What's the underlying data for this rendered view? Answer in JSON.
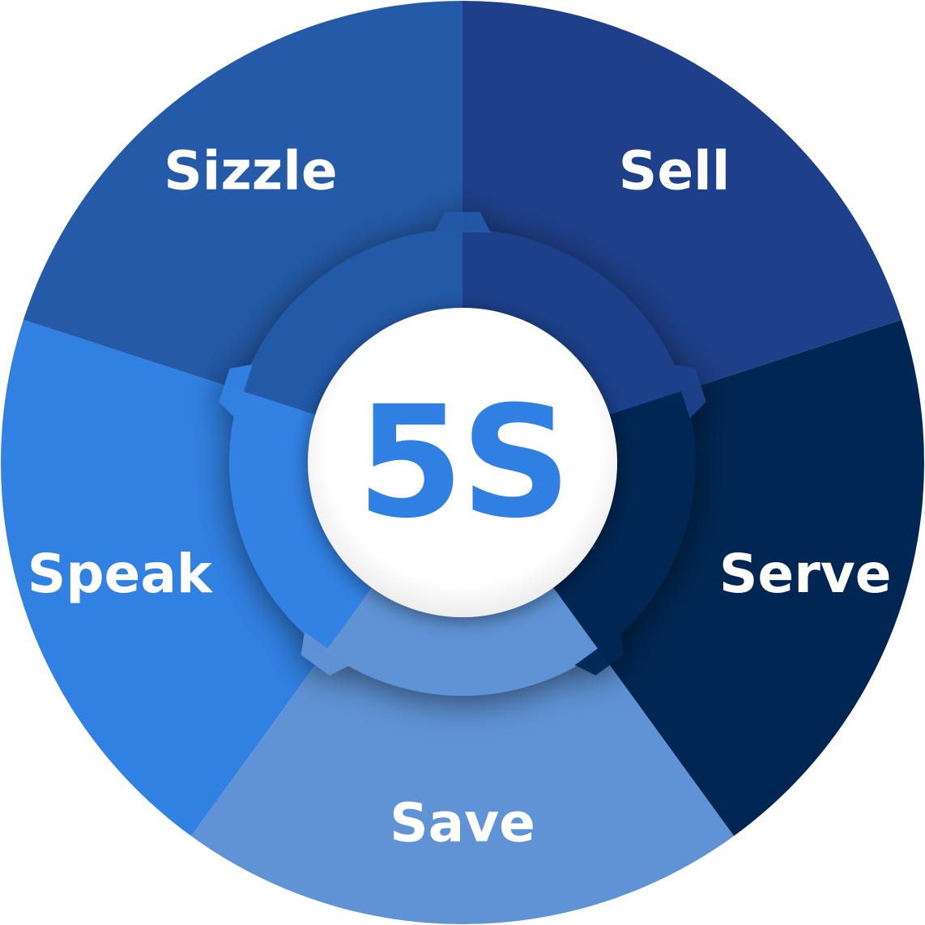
{
  "diagram": {
    "center": {
      "label": "5S",
      "color": "#2f80e2"
    },
    "segments": [
      {
        "label": "Sell",
        "color": "#1e408a"
      },
      {
        "label": "Serve",
        "color": "#002753"
      },
      {
        "label": "Save",
        "color": "#5f93d6"
      },
      {
        "label": "Speak",
        "color": "#3181e3"
      },
      {
        "label": "Sizzle",
        "color": "#245aa8"
      }
    ]
  }
}
